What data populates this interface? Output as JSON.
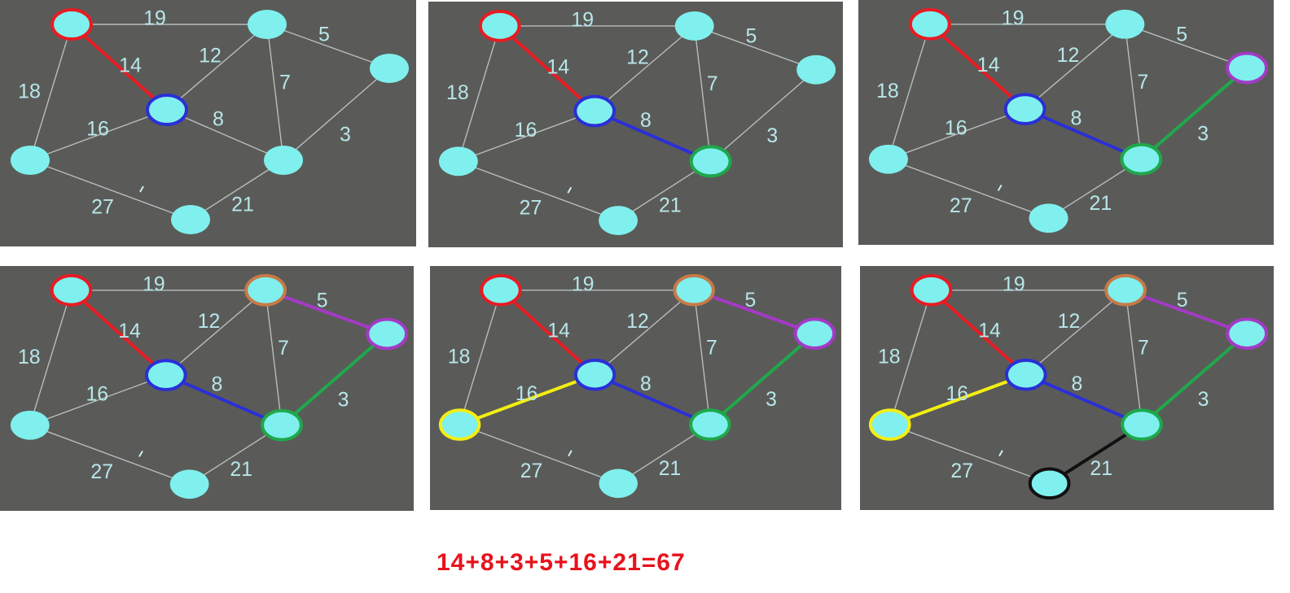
{
  "edge_weights": [
    "19",
    "5",
    "14",
    "12",
    "18",
    "7",
    "16",
    "8",
    "3",
    "27",
    "21"
  ],
  "formula": "14+8+3+5+16+21=67",
  "colors": {
    "panel_bg": "#5a5b58",
    "node_fill": "#7ff0ee",
    "edge_gray": "#b7bdbd",
    "red": "#e81b23",
    "blue": "#2b2fd6",
    "green": "#1fa84b",
    "purple": "#a43ac6",
    "orange": "#c77a47",
    "yellow": "#f4ee12",
    "black": "#111111"
  },
  "steps": [
    {
      "panel": "step-1",
      "highlighted_edges": {
        "14": "red"
      },
      "node_rings": {
        "A": "red",
        "C": "blue"
      }
    },
    {
      "panel": "step-2",
      "highlighted_edges": {
        "14": "red",
        "8": "blue"
      },
      "node_rings": {
        "A": "red",
        "C": "blue",
        "F": "green"
      }
    },
    {
      "panel": "step-3",
      "highlighted_edges": {
        "14": "red",
        "8": "blue",
        "3": "green"
      },
      "node_rings": {
        "A": "red",
        "C": "blue",
        "F": "green",
        "E": "purple"
      }
    },
    {
      "panel": "step-4",
      "highlighted_edges": {
        "14": "red",
        "8": "blue",
        "3": "green",
        "5": "purple"
      },
      "node_rings": {
        "A": "red",
        "C": "blue",
        "F": "green",
        "E": "purple",
        "B": "orange"
      }
    },
    {
      "panel": "step-5",
      "highlighted_edges": {
        "14": "red",
        "8": "blue",
        "3": "green",
        "5": "purple",
        "16": "yellow"
      },
      "node_rings": {
        "A": "red",
        "C": "blue",
        "F": "green",
        "E": "purple",
        "B": "orange",
        "D": "yellow"
      }
    },
    {
      "panel": "step-6",
      "highlighted_edges": {
        "14": "red",
        "8": "blue",
        "3": "green",
        "5": "purple",
        "16": "yellow",
        "21": "black"
      },
      "node_rings": {
        "A": "red",
        "C": "blue",
        "F": "green",
        "E": "purple",
        "B": "orange",
        "D": "yellow",
        "G": "black"
      }
    }
  ]
}
